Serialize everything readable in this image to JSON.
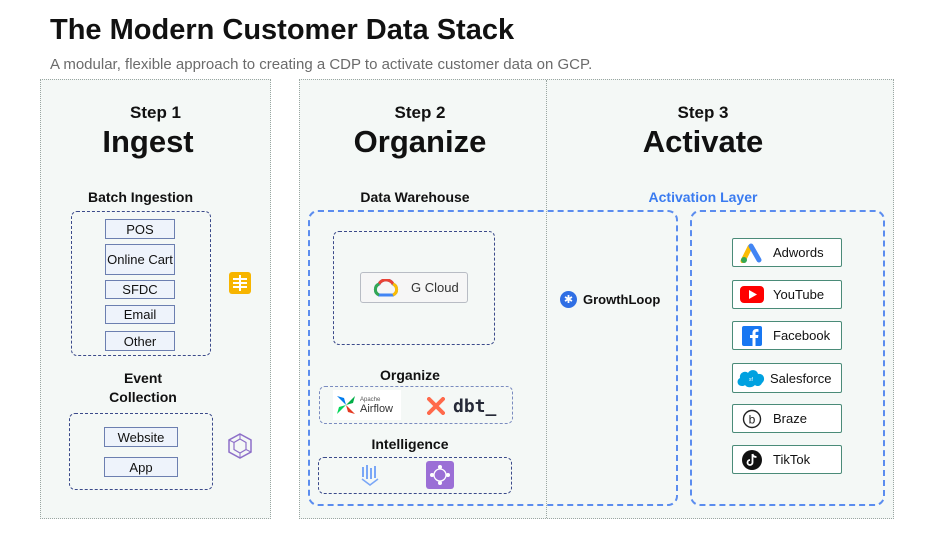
{
  "header": {
    "title": "The Modern Customer Data Stack",
    "subtitle": "A modular, flexible approach to creating a CDP to activate customer data on GCP."
  },
  "step1": {
    "step": "Step 1",
    "name": "Ingest",
    "batch_label": "Batch Ingestion",
    "batch_items": [
      "POS",
      "Online Cart",
      "SFDC",
      "Email",
      "Other"
    ],
    "event_label": "Event Collection",
    "event_items": [
      "Website",
      "App"
    ]
  },
  "step2": {
    "step": "Step 2",
    "name": "Organize",
    "warehouse_label": "Data Warehouse",
    "gcloud_label": "G Cloud",
    "organize_label": "Organize",
    "airflow_small": "Apache",
    "airflow_label": "Airflow",
    "dbt_label": "dbt_",
    "intelligence_label": "Intelligence"
  },
  "growthloop": {
    "label": "GrowthLoop"
  },
  "step3": {
    "step": "Step 3",
    "name": "Activate",
    "layer_label": "Activation Layer",
    "destinations": [
      "Adwords",
      "YouTube",
      "Facebook",
      "Salesforce",
      "Braze",
      "TikTok"
    ]
  },
  "colors": {
    "accent_blue": "#3a7bf0",
    "panel_bg": "#f4f8f6",
    "dashed_navy": "#3b4a8a"
  }
}
